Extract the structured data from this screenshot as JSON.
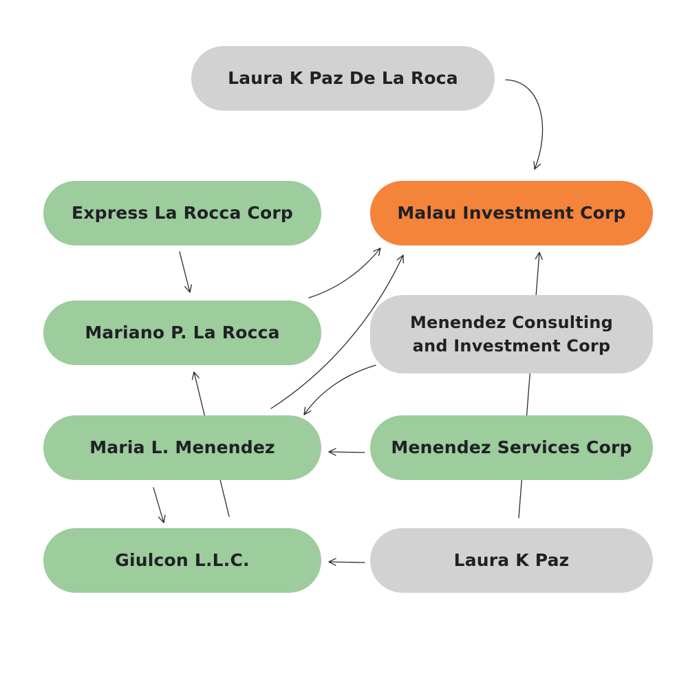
{
  "diagram": {
    "nodes": {
      "laura_k_paz_de_la_roca": {
        "label": "Laura K Paz De La Roca",
        "color": "#d2d2d2"
      },
      "express_la_rocca_corp": {
        "label": "Express La Rocca Corp",
        "color": "#9dcc9d"
      },
      "malau_investment_corp": {
        "label": "Malau Investment Corp",
        "color": "#f4843a"
      },
      "mariano_p_la_rocca": {
        "label": "Mariano P. La Rocca",
        "color": "#9dcc9d"
      },
      "menendez_consulting": {
        "line1": "Menendez Consulting",
        "line2": "and Investment Corp",
        "color": "#d2d2d2"
      },
      "maria_l_menendez": {
        "label": "Maria L. Menendez",
        "color": "#9dcc9d"
      },
      "menendez_services_corp": {
        "label": "Menendez Services Corp",
        "color": "#9dcc9d"
      },
      "giulcon_llc": {
        "label": "Giulcon L.L.C.",
        "color": "#9dcc9d"
      },
      "laura_k_paz": {
        "label": "Laura K Paz",
        "color": "#d2d2d2"
      }
    },
    "edges": [
      {
        "from": "laura_k_paz_de_la_roca",
        "to": "malau_investment_corp"
      },
      {
        "from": "express_la_rocca_corp",
        "to": "mariano_p_la_rocca"
      },
      {
        "from": "mariano_p_la_rocca",
        "to": "malau_investment_corp"
      },
      {
        "from": "maria_l_menendez",
        "to": "malau_investment_corp"
      },
      {
        "from": "menendez_consulting",
        "to": "maria_l_menendez"
      },
      {
        "from": "laura_k_paz",
        "to": "malau_investment_corp"
      },
      {
        "from": "menendez_services_corp",
        "to": "maria_l_menendez"
      },
      {
        "from": "giulcon_llc",
        "to": "mariano_p_la_rocca"
      },
      {
        "from": "maria_l_menendez",
        "to": "giulcon_llc"
      },
      {
        "from": "laura_k_paz",
        "to": "giulcon_llc"
      }
    ]
  }
}
